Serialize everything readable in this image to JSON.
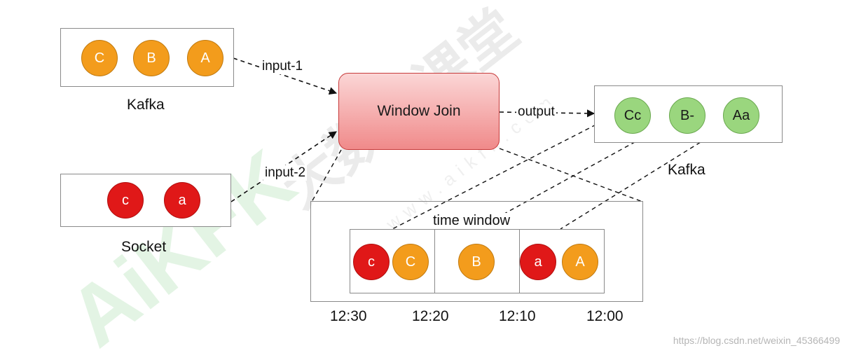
{
  "kafka_source": {
    "label": "Kafka",
    "items": [
      "C",
      "B",
      "A"
    ]
  },
  "socket_source": {
    "label": "Socket",
    "items": [
      "c",
      "a"
    ]
  },
  "window_join": {
    "label": "Window Join"
  },
  "edges": {
    "input1": "input-1",
    "input2": "input-2",
    "output": "output"
  },
  "kafka_sink": {
    "label": "Kafka",
    "items": [
      "Cc",
      "B-",
      "Aa"
    ]
  },
  "time_window": {
    "label": "time window",
    "slots": [
      {
        "items": [
          "c",
          "C"
        ]
      },
      {
        "items": [
          "B"
        ]
      },
      {
        "items": [
          "a",
          "A"
        ]
      }
    ],
    "timestamps": [
      "12:30",
      "12:20",
      "12:10",
      "12:00"
    ]
  },
  "watermark": {
    "brand_text": "AiKFK",
    "chinese_text": "大数据课堂",
    "url_text": "www.aikfk.com"
  },
  "footer_url": "https://blog.csdn.net/weixin_45366499",
  "colors": {
    "orange": "#f39c1c",
    "red": "#e01818",
    "green": "#9ad67e",
    "join_fill": "#f08a8a"
  }
}
